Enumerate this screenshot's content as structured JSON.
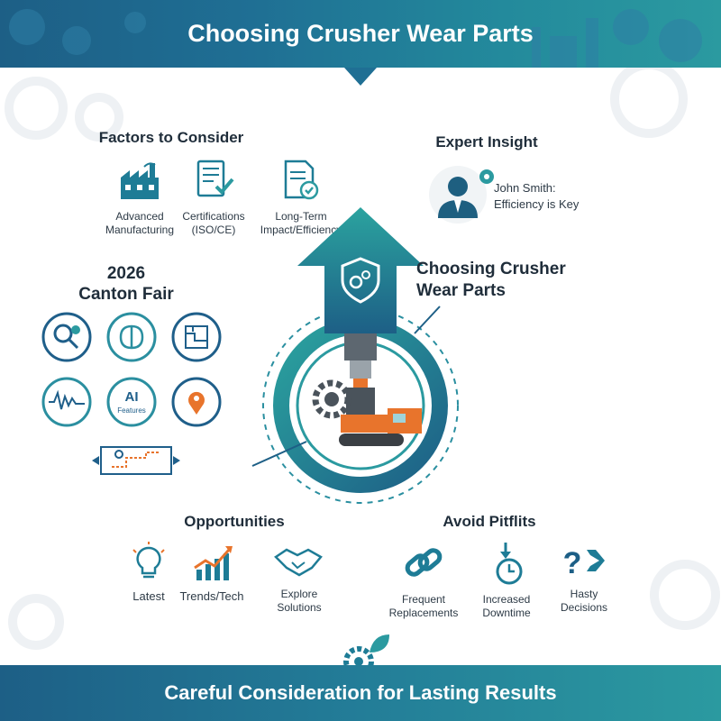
{
  "header": {
    "title": "Choosing Crusher Wear Parts"
  },
  "factors": {
    "title": "Factors to Consider",
    "items": [
      {
        "icon": "factory-icon",
        "label_line1": "Advanced",
        "label_line2": "Manufacturing"
      },
      {
        "icon": "certificate-icon",
        "label_line1": "Certifications",
        "label_line2": "(ISO/CE)"
      },
      {
        "icon": "document-check-icon",
        "label_line1": "Long-Term",
        "label_line2": "Impact/Efficiency"
      }
    ]
  },
  "expert": {
    "title": "Expert Insight",
    "quote_line1": "John Smith:",
    "quote_line2": "Efficiency is Key"
  },
  "fair": {
    "title_line1": "2026",
    "title_line2": "Canton Fair",
    "icons": [
      "magnifier-gear-icon",
      "brain-icon",
      "circuit-icon",
      "waveform-icon",
      "ai-features-icon",
      "location-pin-icon"
    ],
    "ai_label": "AI",
    "ai_sublabel": "Features"
  },
  "center": {
    "title_line1": "Choosing Crusher",
    "title_line2": "Wear Parts"
  },
  "opportunities": {
    "title": "Opportunities",
    "items": [
      {
        "icon": "lightbulb-icon",
        "label_line1": "Latest",
        "label_line2": ""
      },
      {
        "icon": "growth-chart-icon",
        "label_line1": "Trends/Tech",
        "label_line2": ""
      },
      {
        "icon": "handshake-icon",
        "label_line1": "Explore",
        "label_line2": "Solutions"
      }
    ]
  },
  "pitfalls": {
    "title": "Avoid Pitflits",
    "items": [
      {
        "icon": "chain-link-icon",
        "label_line1": "Frequent",
        "label_line2": "Replacements"
      },
      {
        "icon": "clock-down-icon",
        "label_line1": "Increased",
        "label_line2": "Downtime"
      },
      {
        "icon": "question-arrow-icon",
        "label_line1": "Hasty",
        "label_line2": "Decisions"
      }
    ]
  },
  "footer": {
    "text": "Careful Consideration for Lasting Results"
  },
  "colors": {
    "navy": "#1d5f86",
    "teal": "#2b9aa0",
    "orange": "#e8742c",
    "dark": "#1f2d3a"
  }
}
